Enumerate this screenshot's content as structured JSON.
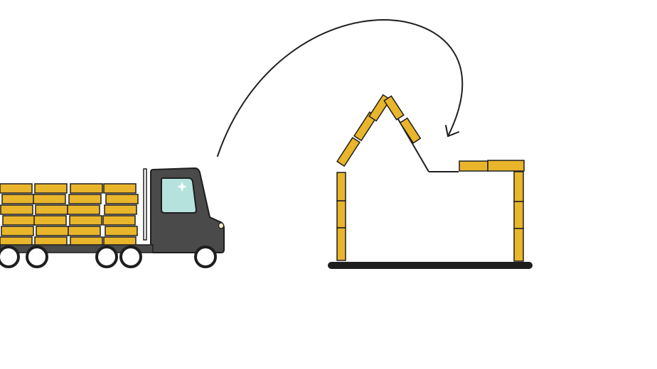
{
  "illustration": {
    "truck": {
      "icon": "delivery-truck-icon",
      "cargo": "bricks"
    },
    "house": {
      "icon": "house-under-construction-icon",
      "material": "bricks"
    },
    "arrow": {
      "icon": "curved-arrow-icon",
      "direction": "truck-to-house"
    }
  },
  "colors": {
    "background": "#ffffff",
    "brick": "#e9b52b",
    "brick_outline": "#1e1e1e",
    "truck_cab": "#4a4a4a",
    "window": "#b5e2dc",
    "ground": "#1e1e1e",
    "wheel_fill": "#ffffff",
    "light": "#f3efc3"
  }
}
